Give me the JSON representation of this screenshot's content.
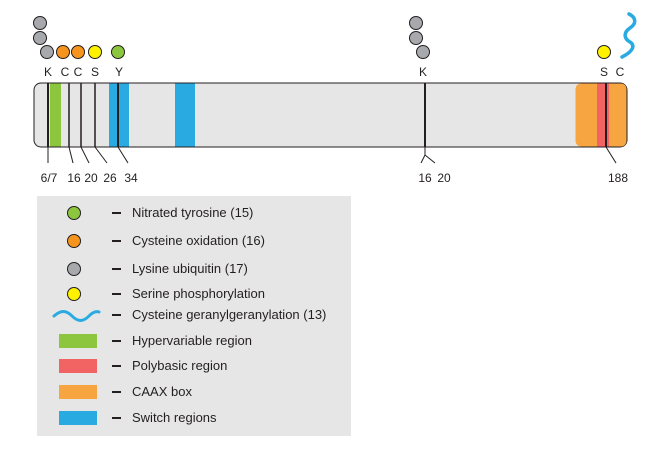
{
  "colors": {
    "bar_fill": "#e6e6e6",
    "nitrated_tyrosine": "#8cc63f",
    "cysteine_oxidation": "#f7941d",
    "lysine_ubiquitin": "#a7a9ac",
    "serine_phosphorylation": "#fff200",
    "geranylgeranylation": "#29abe2",
    "hypervariable": "#8cc63f",
    "polybasic": "#f26363",
    "caax": "#f7a541",
    "switch": "#29abe2"
  },
  "top_labels": [
    "K",
    "C",
    "C",
    "S",
    "Y",
    "K",
    "S",
    "C"
  ],
  "bottom_labels": [
    "6/7",
    "16",
    "20",
    "26",
    "34",
    "16",
    "20",
    "188"
  ],
  "legend": {
    "items": [
      {
        "name": "nitrated-tyrosine",
        "symbol": "circle",
        "color": "#8cc63f",
        "label": "Nitrated tyrosine (15)"
      },
      {
        "name": "cysteine-oxidation",
        "symbol": "circle",
        "color": "#f7941d",
        "label": "Cysteine oxidation (16)"
      },
      {
        "name": "lysine-ubiquitin",
        "symbol": "circle",
        "color": "#a7a9ac",
        "label": "Lysine ubiquitin (17)"
      },
      {
        "name": "serine-phosphorylation",
        "symbol": "circle",
        "color": "#fff200",
        "label": "Serine phosphorylation"
      },
      {
        "name": "cysteine-geranylgeranylation",
        "symbol": "wave",
        "color": "#29abe2",
        "label": "Cysteine geranylgeranylation (13)"
      },
      {
        "name": "hypervariable-region",
        "symbol": "rect",
        "color": "#8cc63f",
        "label": "Hypervariable region"
      },
      {
        "name": "polybasic-region",
        "symbol": "rect",
        "color": "#f26363",
        "label": "Polybasic region"
      },
      {
        "name": "caax-box",
        "symbol": "rect",
        "color": "#f7a541",
        "label": "CAAX box"
      },
      {
        "name": "switch-regions",
        "symbol": "rect",
        "color": "#29abe2",
        "label": "Switch regions"
      }
    ]
  }
}
